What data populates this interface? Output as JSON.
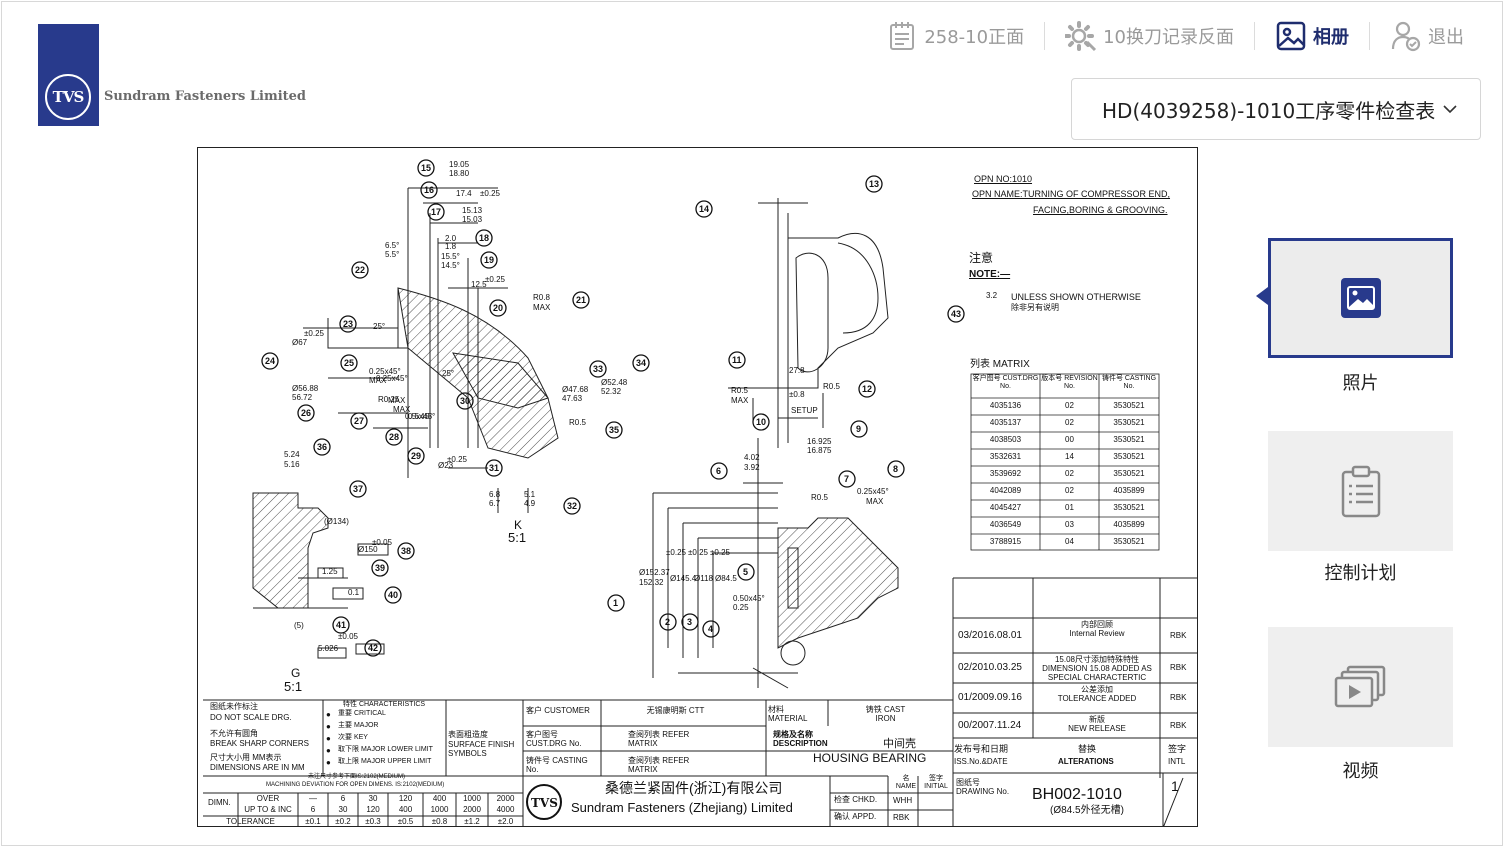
{
  "header": {
    "company_name": "Sundram Fasteners Limited",
    "logo_text": "TVS",
    "nav": [
      {
        "label": "258-10正面",
        "icon": "notebook-icon"
      },
      {
        "label": "10换刀记录反面",
        "icon": "gear-icon"
      },
      {
        "label": "相册",
        "icon": "image-icon"
      },
      {
        "label": "退出",
        "icon": "logout-icon"
      }
    ]
  },
  "selector": {
    "value": "HD(4039258)-1010工序零件检查表"
  },
  "side": {
    "items": [
      {
        "label": "照片",
        "icon": "photo-icon"
      },
      {
        "label": "控制计划",
        "icon": "clipboard-icon"
      },
      {
        "label": "视频",
        "icon": "video-icon"
      }
    ]
  },
  "drawing": {
    "opn_no": "OPN NO:1010",
    "opn_name_1": "OPN NAME:TURNING OF COMPRESSOR END,",
    "opn_name_2": "FACING,BORING & GROOVING.",
    "note_cn": "注意",
    "note_en": "NOTE:—",
    "unless": "UNLESS SHOWN OTHERWISE",
    "unless_cn": "除非另有说明",
    "roughness": "3.2",
    "view_k": "K",
    "scale_k": "5:1",
    "view_g": "G",
    "scale_g": "5:1",
    "matrix_title": "列表 MATRIX",
    "matrix_headers": [
      "客户图号\nCUST.DRG No.",
      "版本号\nREVISION No.",
      "铸件号\nCASTING No."
    ],
    "matrix_rows": [
      [
        "4035136",
        "02",
        "3530521"
      ],
      [
        "4035137",
        "02",
        "3530521"
      ],
      [
        "4038503",
        "00",
        "3530521"
      ],
      [
        "3532631",
        "14",
        "3530521"
      ],
      [
        "3539692",
        "02",
        "3530521"
      ],
      [
        "4042089",
        "02",
        "4035899"
      ],
      [
        "4045427",
        "01",
        "3530521"
      ],
      [
        "4036549",
        "03",
        "4035899"
      ],
      [
        "3788915",
        "04",
        "3530521"
      ]
    ],
    "revisions": [
      {
        "date": "03/2016.08.01",
        "cn": "内部回顾",
        "en": "Internal Review",
        "by": "RBK"
      },
      {
        "date": "02/2010.03.25",
        "cn": "15.08尺寸添加特殊特性",
        "en": "DIMENSION 15.08 ADDED AS SPECIAL CHARACTERTIC",
        "by": "RBK"
      },
      {
        "date": "01/2009.09.16",
        "cn": "公差添加",
        "en": "TOLERANCE ADDED",
        "by": "RBK"
      },
      {
        "date": "00/2007.11.24",
        "cn": "新版",
        "en": "NEW RELEASE",
        "by": "RBK"
      }
    ],
    "iss_cn": "发布号和日期",
    "iss_en": "ISS.No.&DATE",
    "alt_cn": "替换",
    "alt_en": "ALTERATIONS",
    "intl_cn": "签字",
    "intl_en": "INTL",
    "title_block": {
      "scale_cn": "图纸未作标注",
      "scale_en": "DO NOT SCALE DRG.",
      "corners_cn": "不允许有圆角",
      "corners_en": "BREAK SHARP CORNERS",
      "dims_cn": "尺寸大小用 MM表示",
      "dims_en": "DIMENSIONS ARE IN MM",
      "char_title": "特性 CHARACTERISTICS",
      "char_items": [
        "重要 CRITICAL",
        "主要 MAJOR",
        "次要 KEY",
        "取下限 MAJOR LOWER LIMIT",
        "取上限 MAJOR UPPER LIMIT"
      ],
      "finish_cn": "表面粗造度",
      "finish_en": "SURFACE FINISH SYMBOLS",
      "customer_label": "客户 CUSTOMER",
      "customer_value": "无锡康明斯 CTT",
      "cust_drg_label": "客户图号 CUST.DRG No.",
      "cust_drg_value": "查阅列表 REFER MATRIX",
      "casting_label": "铸件号 CASTING No.",
      "casting_value": "查阅列表 REFER MATRIX",
      "material_label": "材料 MATERIAL",
      "material_value": "铸铁 CAST IRON",
      "desc_label": "规格及名称 DESCRIPTION",
      "desc_cn": "中间壳",
      "desc_en": "HOUSING BEARING",
      "tol_note_1": "未注尺寸参考下面IS:2102(MEDIUM)",
      "tol_note_2": "MACHINING DEVIATION FOR OPEN DIMENS. IS:2102(MEDIUM)",
      "tol_over": [
        "OVER",
        "—",
        "6",
        "30",
        "120",
        "400",
        "1000",
        "2000"
      ],
      "tol_upto": [
        "UP TO & INC",
        "6",
        "30",
        "120",
        "400",
        "1000",
        "2000",
        "4000"
      ],
      "tol_values": [
        "TOLERANCE",
        "±0.1",
        "±0.2",
        "±0.3",
        "±0.5",
        "±0.8",
        "±1.2",
        "±2.0"
      ],
      "dimn": "DIMN.",
      "maker_cn": "桑德兰紧固件(浙江)有限公司",
      "maker_en": "Sundram Fasteners (Zhejiang) Limited",
      "name_label": "名 NAME",
      "initial_label": "签字 INITIAL",
      "chkd_label": "检查 CHKD.",
      "chkd_value": "WHH",
      "appd_label": "确认 APPD.",
      "appd_value": "RBK",
      "drawing_no_label": "图纸号 DRAWING No.",
      "drawing_no": "BH002-1010",
      "drawing_sub": "(Ø84.5外径无槽)",
      "sheet": "1"
    },
    "dims": [
      "19.05",
      "18.80",
      "17.4",
      "±0.25",
      "15.13",
      "15.03",
      "2.0",
      "1.8",
      "15.5°",
      "14.5°",
      "±0.25",
      "12.5",
      "6.5°",
      "5.5°",
      "25°",
      "Ø67",
      "±0.25",
      "0.25x45°",
      "MAX",
      "Ø56.88",
      "56.72",
      "R0.25",
      "MAX",
      "0.5x45°",
      "25°",
      "R0.8",
      "MAX",
      "Ø47.68",
      "47.63",
      "Ø52.48",
      "52.32",
      "R0.5",
      "Ø23",
      "±0.25",
      "6.8",
      "6.7",
      "5.1",
      "4.9",
      "5.24",
      "5.16",
      "(Ø134)",
      "Ø150",
      "±0.05",
      "1.25",
      "0.1",
      "(5)",
      "5.026",
      "±0.05",
      "0.5x45°",
      "0.25x45°",
      "MAX",
      "R0.5",
      "MAX",
      "R0.5",
      "27.8",
      "±0.8",
      "SETUP",
      "16.925",
      "16.875",
      "4.02",
      "3.92",
      "R0.5",
      "0.25x45°",
      "MAX",
      "Ø152.37",
      "152.32",
      "Ø145.4",
      "Ø118",
      "Ø84.5",
      "0.50x45°",
      "0.25",
      "±0.25",
      "±0.25",
      "±0.25"
    ]
  }
}
